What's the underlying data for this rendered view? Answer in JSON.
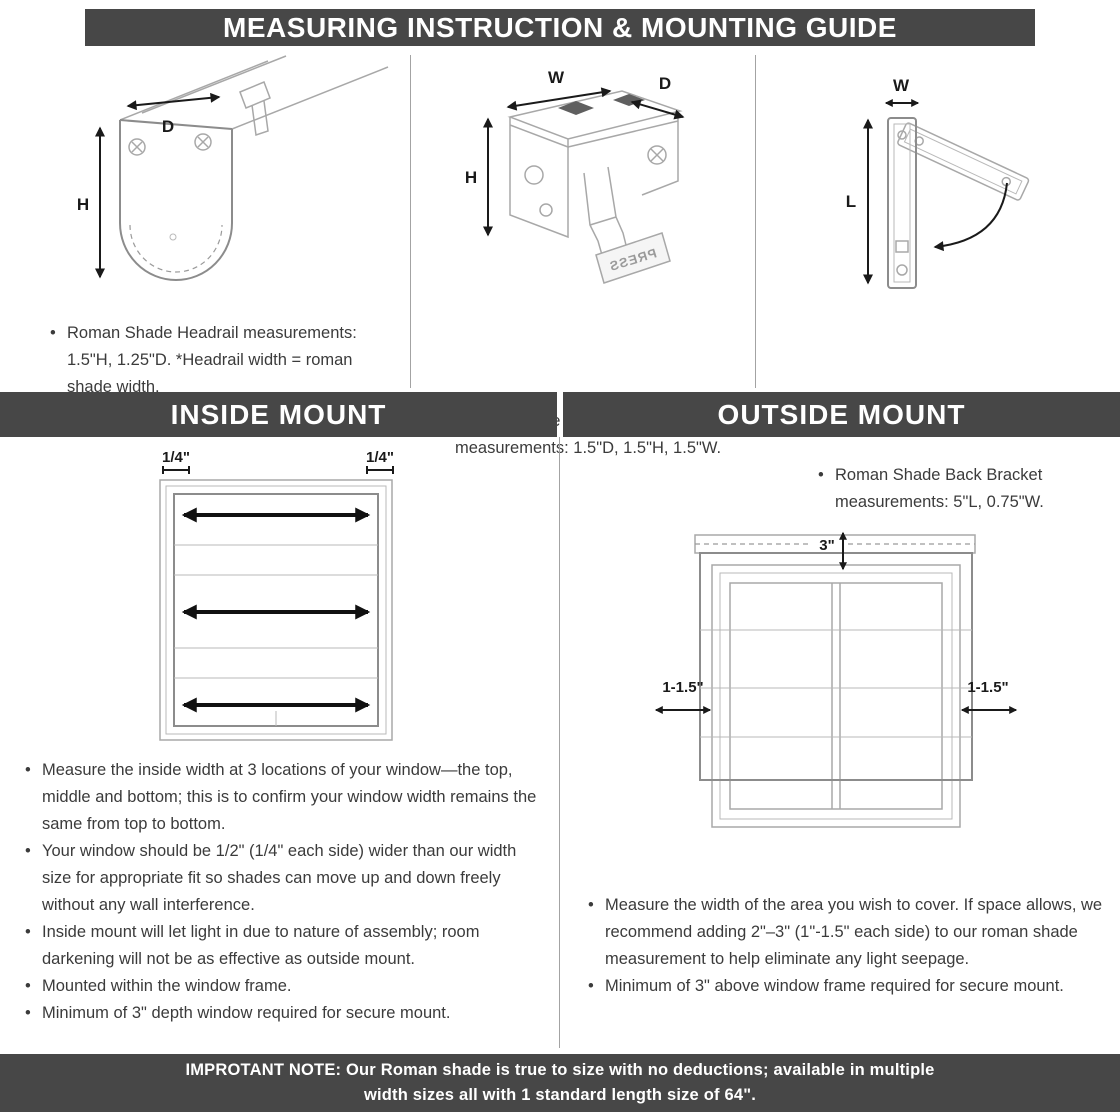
{
  "header": {
    "title": "MEASURING INSTRUCTION & MOUNTING GUIDE"
  },
  "colors": {
    "bar_bg": "#474747",
    "bar_text": "#ffffff",
    "drawing_line": "#a8a8a8",
    "arrow": "#1a1a1a",
    "body_text": "#3b3b3b"
  },
  "top_panels": [
    {
      "name": "headrail",
      "labels": {
        "h": "H",
        "d": "D"
      },
      "caption_lines": [
        "Roman Shade Headrail measurements:",
        "1.5\"H, 1.25\"D. *Headrail width = roman",
        "shade width."
      ]
    },
    {
      "name": "headrail-bracket",
      "labels": {
        "w": "W",
        "d": "D",
        "h": "H",
        "press": "PRESS"
      },
      "caption_lines": [
        "Roman Shade Headrail Bracket",
        "measurements: 1.5\"D, 1.5\"H, 1.5\"W."
      ]
    },
    {
      "name": "back-bracket",
      "labels": {
        "w": "W",
        "l": "L"
      },
      "caption_lines": [
        "Roman Shade Back Bracket",
        "measurements: 5\"L, 0.75\"W."
      ]
    }
  ],
  "inside_mount": {
    "heading": "INSIDE MOUNT",
    "labels": {
      "left_gap": "1/4\"",
      "right_gap": "1/4\""
    },
    "bullets": [
      "Measure the inside width at 3 locations of your window—the top, middle and bottom; this is to confirm your window width remains the same from top to bottom.",
      "Your window should be 1/2\" (1/4\" each side) wider than our width size for appropriate fit so shades can move up and down freely without any wall interference.",
      "Inside mount will let light in due to nature of assembly; room darkening will not be as effective as outside mount.",
      "Mounted within the window frame.",
      "Minimum of 3\" depth window required for secure mount."
    ]
  },
  "outside_mount": {
    "heading": "OUTSIDE MOUNT",
    "labels": {
      "top_gap": "3\"",
      "left_ext": "1-1.5\"",
      "right_ext": "1-1.5\""
    },
    "bullets": [
      "Measure the width of the area you wish to cover. If space allows, we recommend adding 2\"–3\" (1\"-1.5\" each side) to our roman shade measurement to help eliminate any light seepage.",
      "Minimum of 3\" above window frame required for secure mount."
    ]
  },
  "footer": {
    "line1": "IMPROTANT NOTE: Our Roman shade is true to size with no deductions; available in multiple",
    "line2": "width sizes all with 1 standard length size of 64\"."
  }
}
